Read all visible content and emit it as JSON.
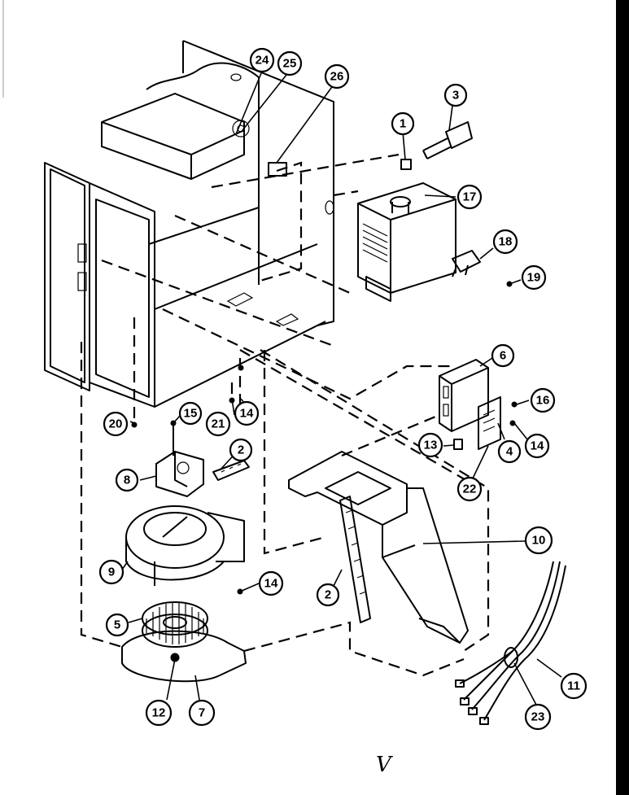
{
  "callouts": [
    {
      "id": "1",
      "label": "1"
    },
    {
      "id": "2a",
      "label": "2"
    },
    {
      "id": "2b",
      "label": "2"
    },
    {
      "id": "3",
      "label": "3"
    },
    {
      "id": "4",
      "label": "4"
    },
    {
      "id": "5",
      "label": "5"
    },
    {
      "id": "6",
      "label": "6"
    },
    {
      "id": "7",
      "label": "7"
    },
    {
      "id": "8",
      "label": "8"
    },
    {
      "id": "9",
      "label": "9"
    },
    {
      "id": "10",
      "label": "10"
    },
    {
      "id": "11",
      "label": "11"
    },
    {
      "id": "12",
      "label": "12"
    },
    {
      "id": "13",
      "label": "13"
    },
    {
      "id": "14a",
      "label": "14"
    },
    {
      "id": "14b",
      "label": "14"
    },
    {
      "id": "14c",
      "label": "14"
    },
    {
      "id": "15",
      "label": "15"
    },
    {
      "id": "16",
      "label": "16"
    },
    {
      "id": "17",
      "label": "17"
    },
    {
      "id": "18",
      "label": "18"
    },
    {
      "id": "19",
      "label": "19"
    },
    {
      "id": "20",
      "label": "20"
    },
    {
      "id": "21",
      "label": "21"
    },
    {
      "id": "22",
      "label": "22"
    },
    {
      "id": "23",
      "label": "23"
    },
    {
      "id": "24",
      "label": "24"
    },
    {
      "id": "25",
      "label": "25"
    },
    {
      "id": "26",
      "label": "26"
    }
  ],
  "page_mark": "V"
}
